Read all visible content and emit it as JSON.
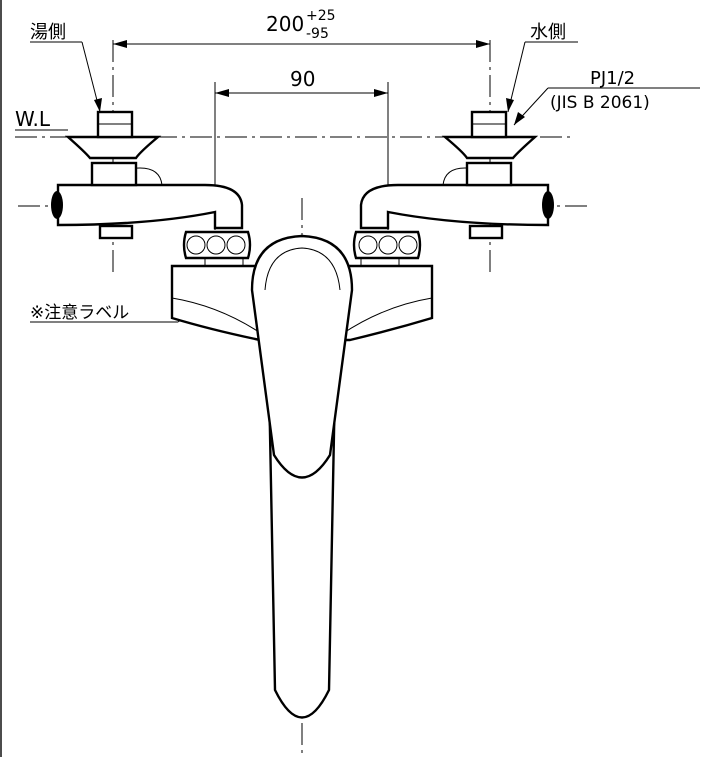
{
  "labels": {
    "hot_side": "湯側",
    "cold_side": "水側",
    "water_level": "W.L",
    "caution_label": "※注意ラベル",
    "thread": "PJ1/2",
    "thread_standard": "(JIS B 2061)"
  },
  "dimensions": {
    "spacing": {
      "value": "200",
      "tol_upper": "+25",
      "tol_lower": "-95"
    },
    "inner_spacing": "90"
  }
}
